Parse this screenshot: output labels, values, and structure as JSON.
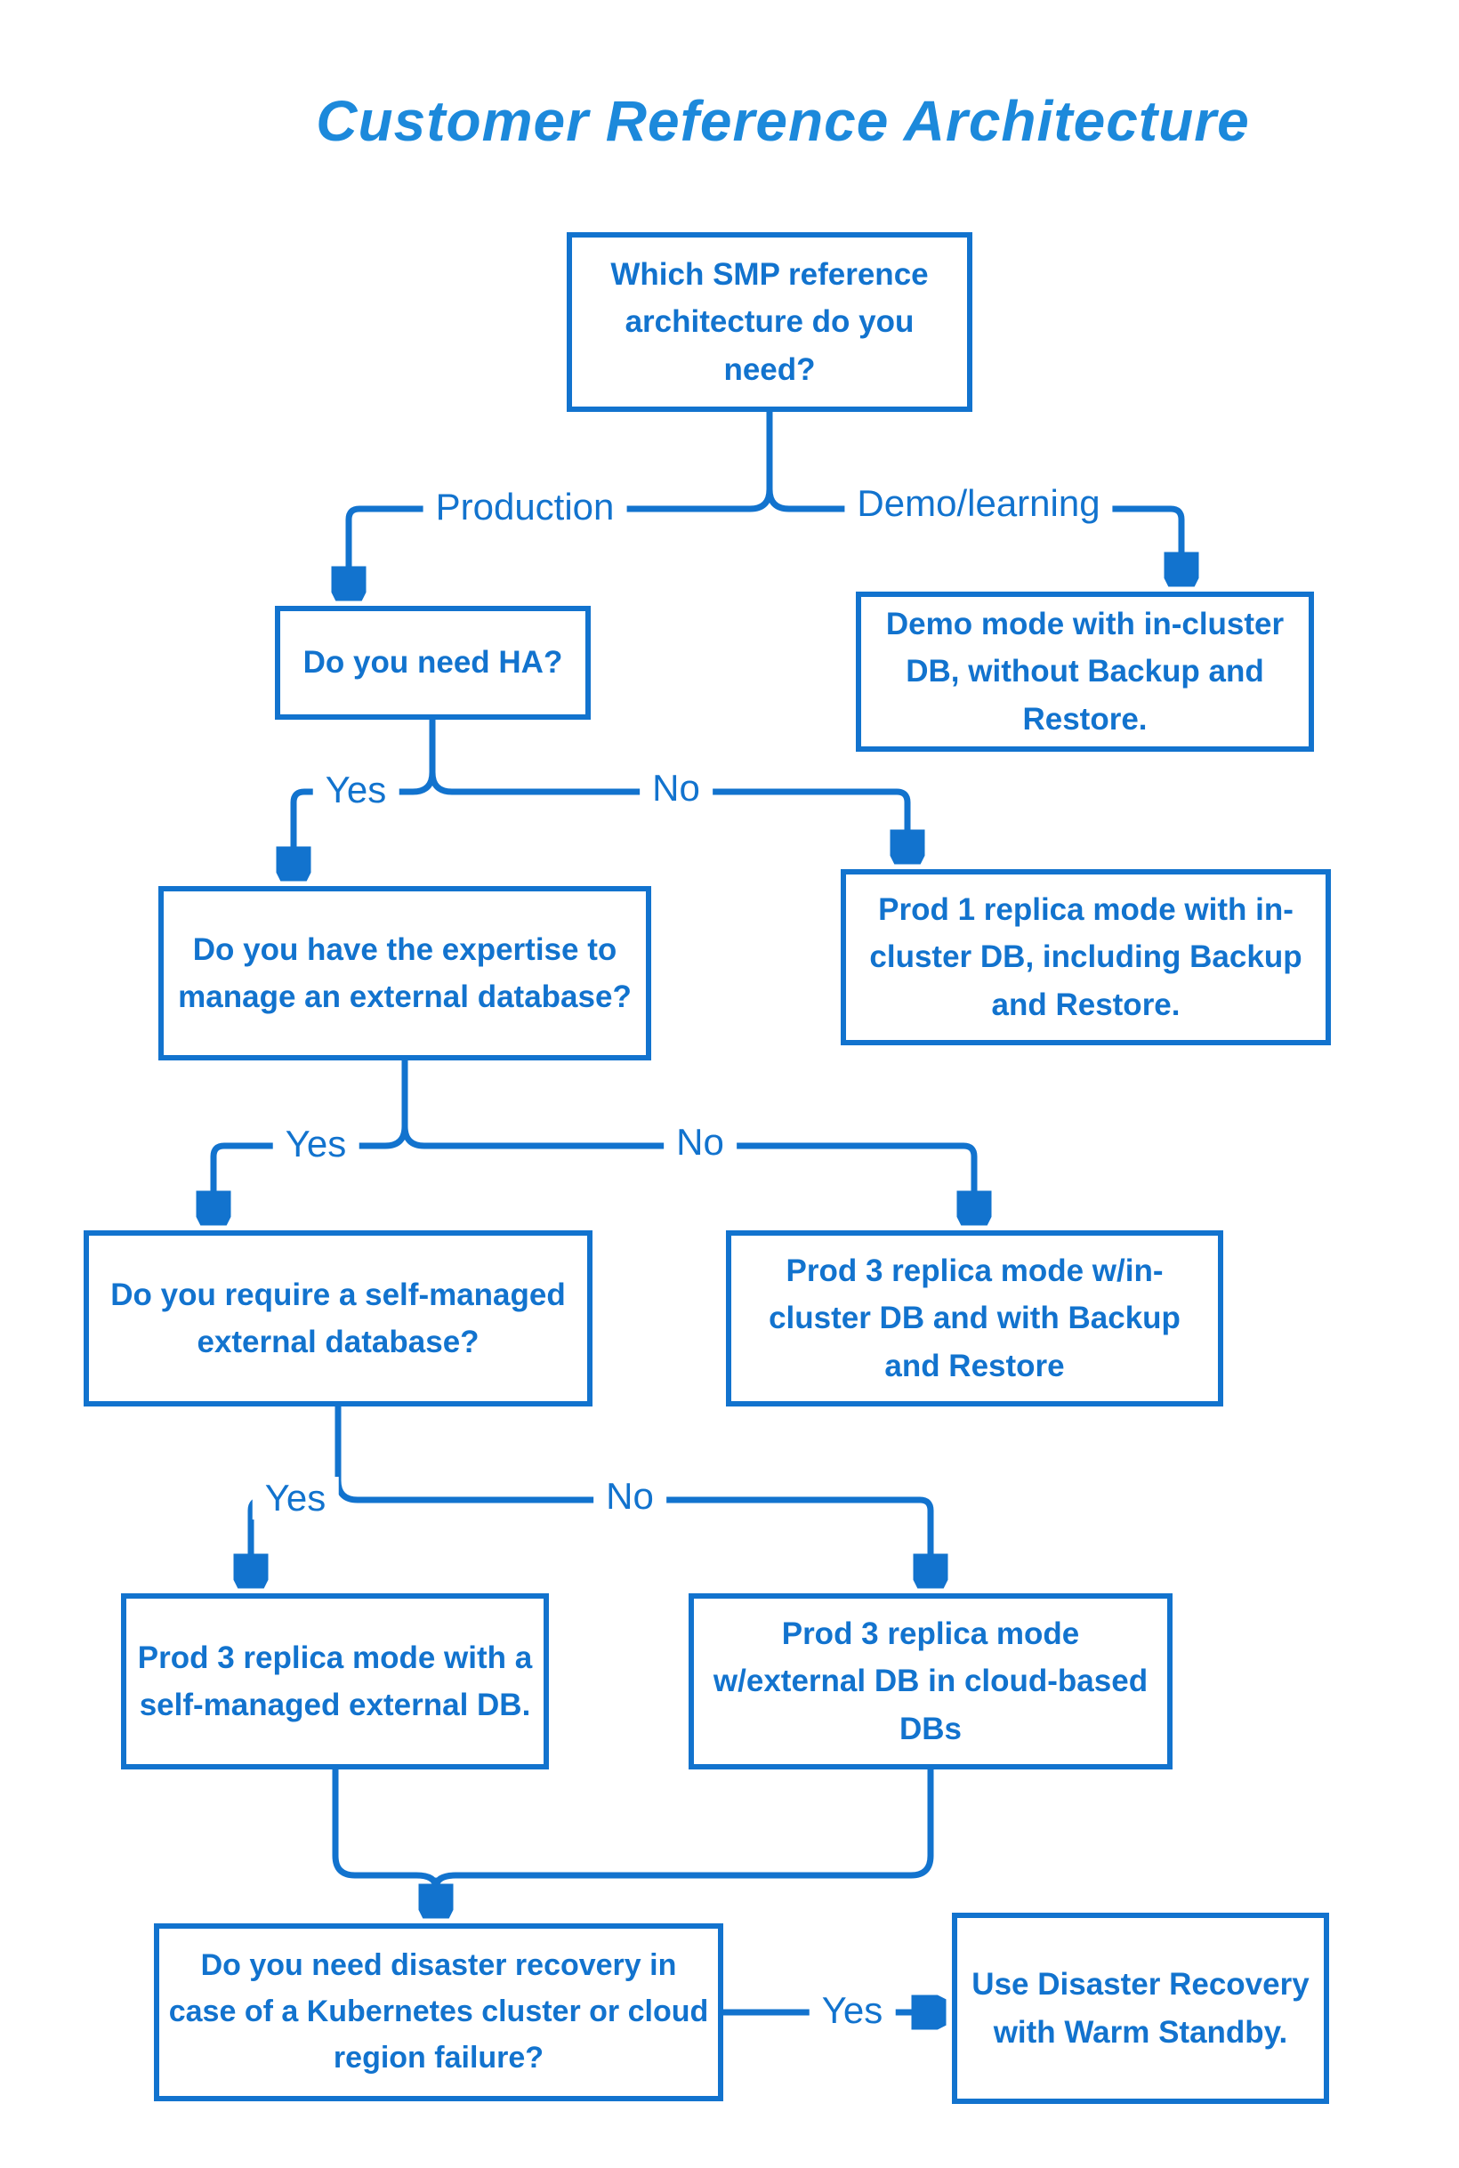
{
  "title": "Customer Reference Architecture",
  "colors": {
    "accent": "#1273CE",
    "title": "#1C89DB",
    "background": "#FFFFFF"
  },
  "nodes": [
    {
      "id": "q1",
      "text": "Which SMP reference architecture do you need?"
    },
    {
      "id": "demo",
      "text": "Demo mode with in-cluster DB, without Backup and Restore."
    },
    {
      "id": "ha",
      "text": "Do you need HA?"
    },
    {
      "id": "prod1",
      "text": "Prod 1 replica mode with in-cluster DB, including Backup and Restore."
    },
    {
      "id": "expertise",
      "text": "Do you have the expertise to manage an external database?"
    },
    {
      "id": "require",
      "text": "Do you require a self-managed external database?"
    },
    {
      "id": "prod3in",
      "text": "Prod 3 replica mode w/in-cluster DB and with Backup and Restore"
    },
    {
      "id": "prod3self",
      "text": "Prod 3 replica mode with a self-managed external DB."
    },
    {
      "id": "prod3cloud",
      "text": "Prod 3 replica mode w/external DB in cloud-based DBs"
    },
    {
      "id": "dr",
      "text": "Do you need disaster recovery in case of a Kubernetes cluster or cloud region failure?"
    },
    {
      "id": "warm",
      "text": "Use Disaster Recovery with Warm Standby."
    }
  ],
  "edges": {
    "production": "Production",
    "demo_learning": "Demo/learning",
    "ha_yes": "Yes",
    "ha_no": "No",
    "expertise_yes": "Yes",
    "expertise_no": "No",
    "require_yes": "Yes",
    "require_no": "No",
    "dr_yes": "Yes"
  }
}
